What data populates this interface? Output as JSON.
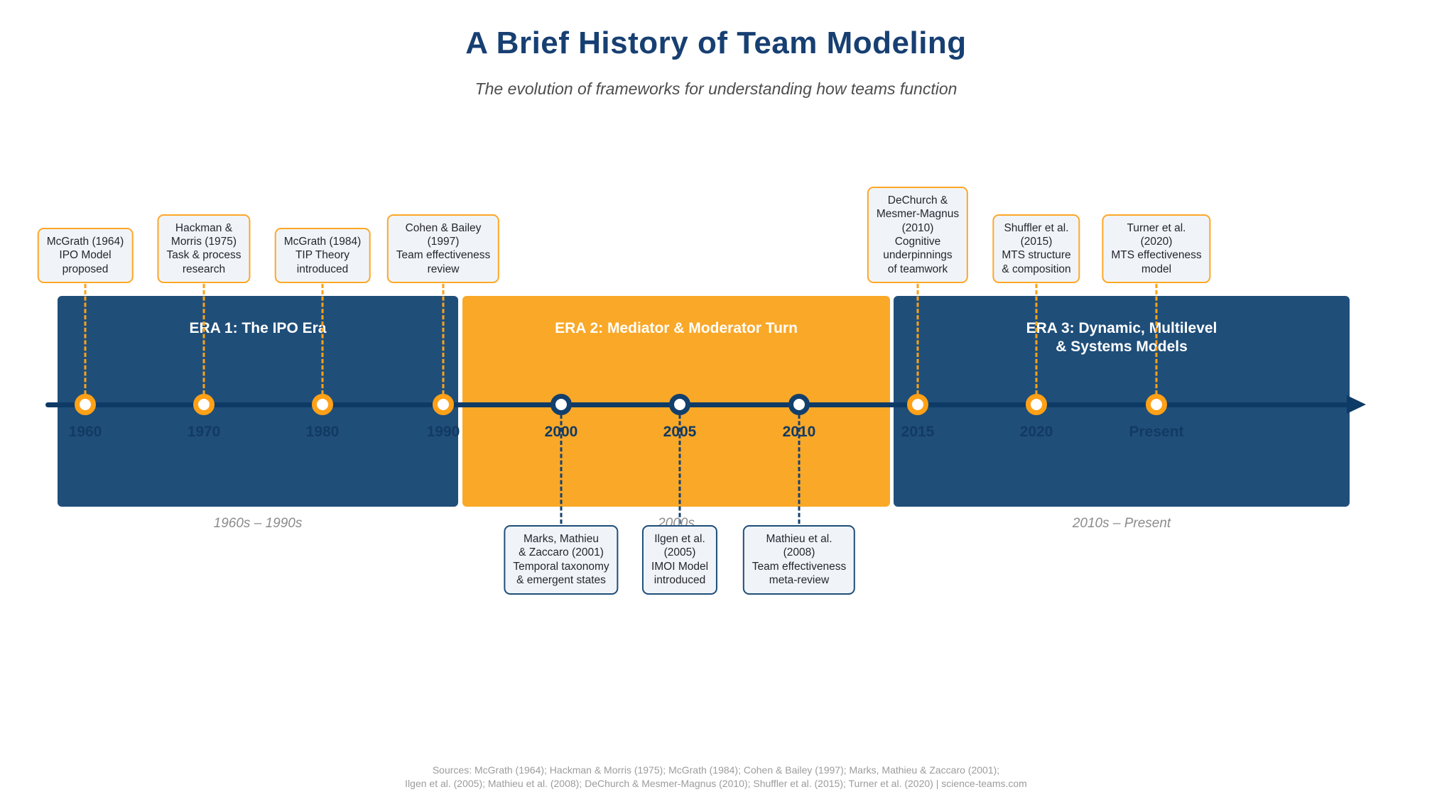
{
  "header": {
    "title": "A Brief History of Team Modeling",
    "subtitle": "The evolution of frameworks for understanding how teams function"
  },
  "eras": [
    {
      "title": "ERA 1: The IPO Era",
      "range": "1960s – 1990s"
    },
    {
      "title": "ERA 2: Mediator & Moderator Turn",
      "range": "2000s"
    },
    {
      "title": "ERA 3: Dynamic, Multilevel\n& Systems Models",
      "range": "2010s – Present"
    }
  ],
  "milestones": [
    {
      "year": "1960"
    },
    {
      "year": "1970"
    },
    {
      "year": "1980"
    },
    {
      "year": "1990"
    },
    {
      "year": "2000"
    },
    {
      "year": "2005"
    },
    {
      "year": "2010"
    },
    {
      "year": "2015"
    },
    {
      "year": "2020"
    },
    {
      "year": "Present"
    }
  ],
  "callouts_top": [
    {
      "text": "McGrath (1964)\nIPO Model\nproposed"
    },
    {
      "text": "Hackman &\nMorris (1975)\nTask & process\nresearch"
    },
    {
      "text": "McGrath (1984)\nTIP Theory\nintroduced"
    },
    {
      "text": "Cohen & Bailey\n(1997)\nTeam effectiveness\nreview"
    },
    {
      "text": "DeChurch &\nMesmer-Magnus\n(2010)\nCognitive\nunderpinnings\nof teamwork"
    },
    {
      "text": "Shuffler et al.\n(2015)\nMTS structure\n& composition"
    },
    {
      "text": "Turner et al.\n(2020)\nMTS effectiveness\nmodel"
    }
  ],
  "callouts_bottom": [
    {
      "text": "Marks, Mathieu\n& Zaccaro (2001)\nTemporal taxonomy\n& emergent states"
    },
    {
      "text": "Ilgen et al.\n(2005)\nIMOI Model\nintroduced"
    },
    {
      "text": "Mathieu et al.\n(2008)\nTeam effectiveness\nmeta-review"
    }
  ],
  "footer": {
    "line1": "Sources: McGrath (1964); Hackman & Morris (1975); McGrath (1984); Cohen & Bailey (1997); Marks, Mathieu & Zaccaro (2001);",
    "line2": "Ilgen et al. (2005); Mathieu et al. (2008); DeChurch & Mesmer-Magnus (2010); Shuffler et al. (2015); Turner et al. (2020)  |  science-teams.com"
  },
  "colors": {
    "navy_band": "#1F4E79",
    "orange_band": "#F9A828",
    "timeline_navy": "#0E3A66",
    "accent_orange": "#FFA726",
    "title_navy": "#173F72"
  }
}
